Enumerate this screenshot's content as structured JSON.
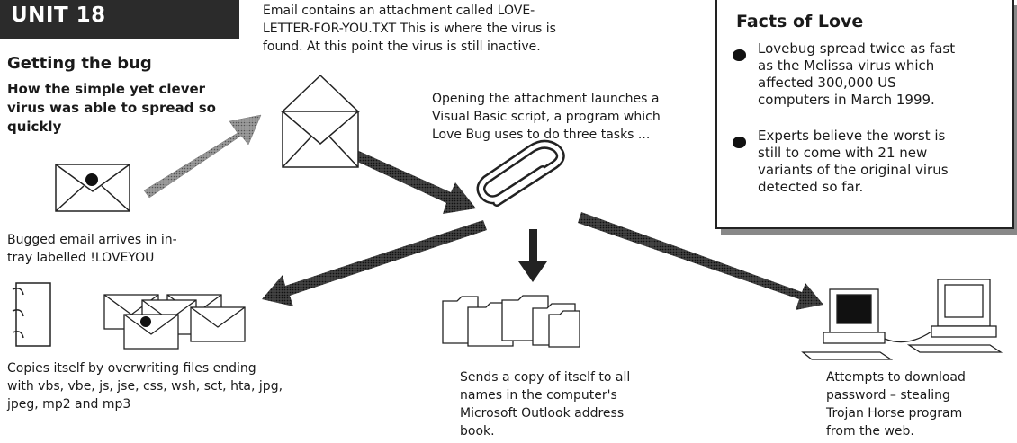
{
  "unit": {
    "label": "UNIT 18"
  },
  "heading": "Getting the bug",
  "subheading_lines": [
    "How the simple yet clever",
    "virus was able to spread so",
    "quickly"
  ],
  "email_caption_lines": [
    "Email contains an attachment called LOVE-",
    "LETTER-FOR-YOU.TXT This is where the virus is",
    "found. At this point the virus is still inactive."
  ],
  "opening_caption_lines": [
    "Opening the attachment launches a",
    "Visual Basic script, a program which",
    "Love Bug uses to do three tasks ..."
  ],
  "bugged_caption_lines": [
    "Bugged email arrives in in-",
    "tray labelled !LOVEYOU"
  ],
  "copies_caption_lines": [
    "Copies itself by overwriting files ending",
    "with vbs, vbe, js, jse, css, wsh, sct, hta, jpg,",
    "jpeg, mp2 and mp3"
  ],
  "sends_caption_lines": [
    "Sends a copy of itself to all",
    "names in the computer's",
    "Microsoft Outlook address",
    "book."
  ],
  "attempts_caption_lines": [
    "Attempts to download",
    "password – stealing",
    "Trojan Horse program",
    "from the web."
  ],
  "facts": {
    "title": "Facts of Love",
    "items": [
      {
        "lines": [
          "Lovebug spread twice as fast",
          "as the Melissa virus which",
          "affected 300,000 US",
          "computers in March 1999."
        ]
      },
      {
        "lines": [
          "Experts believe the worst is",
          "still to come with 21 new",
          "variants of the original virus",
          "detected so far."
        ]
      }
    ]
  },
  "icons": [
    "envelope-with-bug-icon",
    "open-envelope-icon",
    "paperclip-icon",
    "notebook-icon",
    "envelope-stack-icon",
    "folders-icon",
    "computers-icon",
    "arrow-icon"
  ]
}
